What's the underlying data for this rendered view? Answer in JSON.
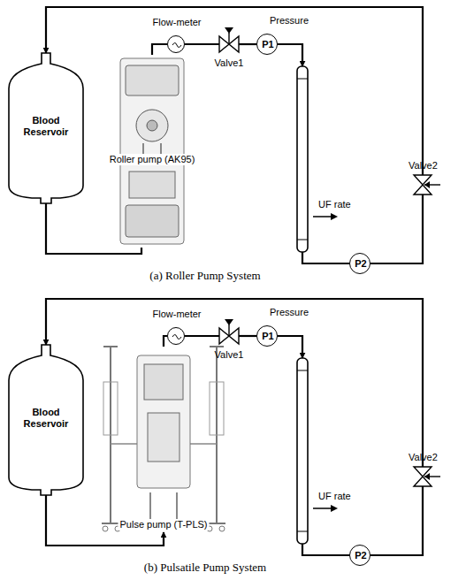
{
  "diagram": {
    "nodes": [
      {
        "text": [
          "Blood Reservoir"
        ]
      },
      {
        "text": [
          "Roller pump (AK95)"
        ]
      },
      {
        "text": [
          "Flow-meter"
        ]
      },
      {
        "text": [
          "Valve1"
        ]
      },
      {
        "text": [
          "P1",
          "Pressure"
        ]
      },
      {
        "text": [
          "UF rate"
        ]
      },
      {
        "text": [
          "P2"
        ]
      },
      {
        "text": [
          "Valve2"
        ]
      },
      {
        "text": [
          "Blood Reservoir"
        ]
      },
      {
        "text": [
          "Pulse pump (T-PLS)"
        ]
      },
      {
        "text": [
          "Flow-meter"
        ]
      },
      {
        "text": [
          "Valve1"
        ]
      },
      {
        "text": [
          "P1",
          "Pressure"
        ]
      },
      {
        "text": [
          "UF rate"
        ]
      },
      {
        "text": [
          "P2"
        ]
      },
      {
        "text": [
          "Valve2"
        ]
      }
    ],
    "edges": [
      {
        "from": 0,
        "to": 1,
        "arrow": "none"
      },
      {
        "from": 1,
        "to": 2,
        "arrow": "none"
      },
      {
        "from": 2,
        "to": 3,
        "arrow": "none"
      },
      {
        "from": 3,
        "to": 4,
        "arrow": "none"
      },
      {
        "from": 4,
        "to": 5,
        "arrow": "to"
      },
      {
        "from": 5,
        "to": 6,
        "arrow": "none"
      },
      {
        "from": 6,
        "to": 7,
        "arrow": "none"
      },
      {
        "from": 7,
        "to": 0,
        "arrow": "to"
      },
      {
        "from": 8,
        "to": 9,
        "arrow": "to"
      },
      {
        "from": 9,
        "to": 10,
        "arrow": "none"
      },
      {
        "from": 10,
        "to": 11,
        "arrow": "none"
      },
      {
        "from": 11,
        "to": 12,
        "arrow": "none"
      },
      {
        "from": 12,
        "to": 13,
        "arrow": "to"
      },
      {
        "from": 13,
        "to": 14,
        "arrow": "none"
      },
      {
        "from": 14,
        "to": 15,
        "arrow": "none"
      },
      {
        "from": 15,
        "to": 8,
        "arrow": "to"
      }
    ],
    "labels": [
      "(a) Roller Pump System",
      "(b) Pulsatile Pump System"
    ]
  }
}
